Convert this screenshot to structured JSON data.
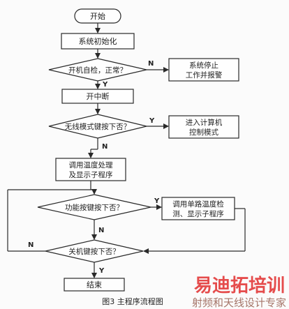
{
  "flowchart": {
    "start": "开始",
    "init": "系统初始化",
    "self_check": "开机自检，正常？",
    "stop_line1": "系统停止",
    "stop_line2": "工作并报警",
    "interrupt": "开中断",
    "wireless": "无线模式键按下否？",
    "pc_line1": "进入计算机",
    "pc_line2": "控制模式",
    "temp_line1": "调用温度处理",
    "temp_line2": "及显示子程序",
    "function_key": "功能按键按下否？",
    "single_line1": "调用单路温度检",
    "single_line2": "测、显示子程序",
    "shutdown_key": "关机键按下否？",
    "end": "结束",
    "y": "Y",
    "n": "N"
  },
  "caption": "图3  主程序流程图",
  "watermark": {
    "line1": "易迪拓培训",
    "line2": "射频和天线设计专家"
  }
}
